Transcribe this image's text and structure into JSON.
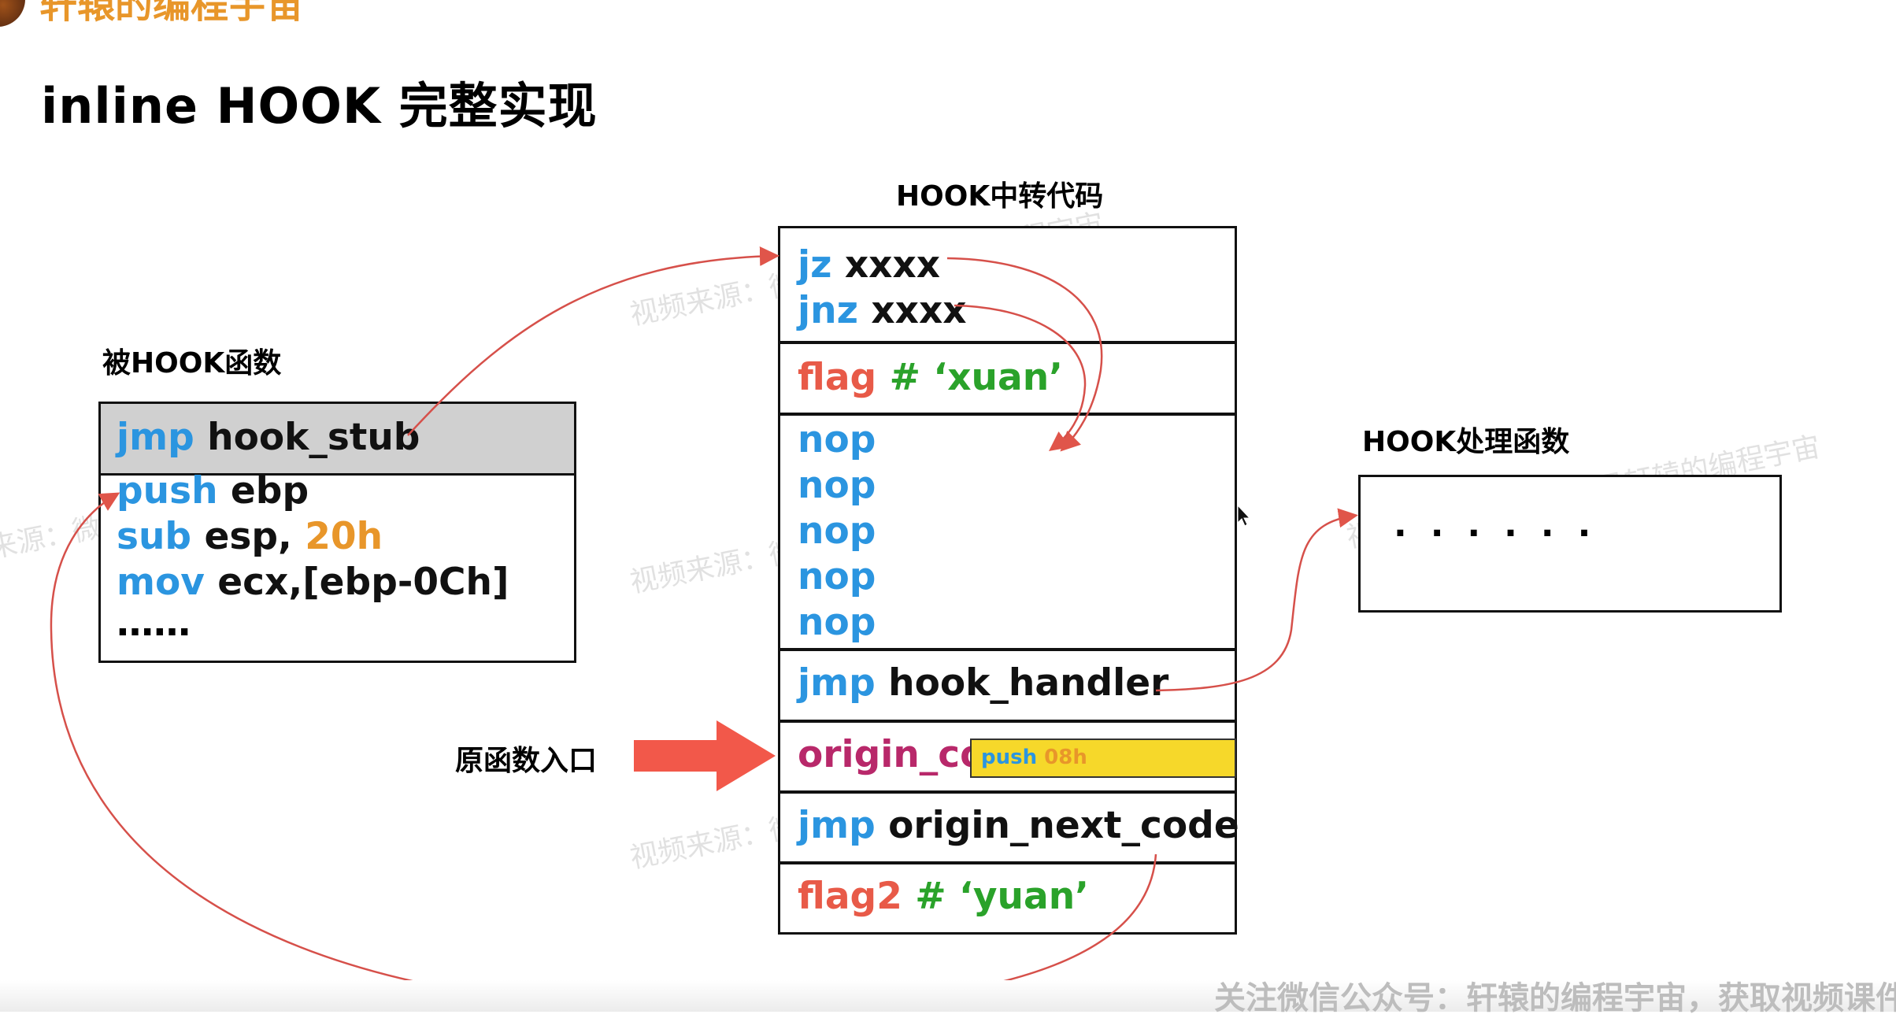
{
  "header": {
    "logo_text": "轩辕的编程宇宙",
    "title": "inline HOOK 完整实现"
  },
  "hooked_function": {
    "label": "被HOOK函数",
    "lines": [
      {
        "kw": "jmp",
        "rest": "hook_stub",
        "highlighted": true
      },
      {
        "kw": "push",
        "rest": "ebp"
      },
      {
        "kw": "sub",
        "rest": "esp,",
        "num": "20h"
      },
      {
        "kw": "mov",
        "rest": "ecx,[ebp-0Ch]"
      },
      {
        "kw": "",
        "rest": "……"
      }
    ]
  },
  "stub": {
    "label": "HOOK中转代码",
    "jz": {
      "kw": "jz",
      "rest": "xxxx"
    },
    "jnz": {
      "kw": "jnz",
      "rest": "xxxx"
    },
    "flag": {
      "name": "flag",
      "hash": "#",
      "value": "‘xuan’"
    },
    "nops": [
      "nop",
      "nop",
      "nop",
      "nop",
      "nop"
    ],
    "jmp_handler": {
      "kw": "jmp",
      "rest": "hook_handler"
    },
    "origin_code": {
      "text": "origin_co",
      "overlay_kw": "push",
      "overlay_num": "08h"
    },
    "jmp_next": {
      "kw": "jmp",
      "rest": "origin_next_code"
    },
    "flag2": {
      "name": "flag2",
      "hash": "#",
      "value": "‘yuan’"
    }
  },
  "entry_label": "原函数入口",
  "handler": {
    "label": "HOOK处理函数",
    "content": "······"
  },
  "watermark": "视频来源：微信公众号轩辕的编程宇宙",
  "footer": "关注微信公众号：轩辕的编程宇宙，获取视频课件",
  "colors": {
    "keyword": "#2b95e0",
    "number": "#e8962a",
    "flag": "#e85a48",
    "string": "#2aa22a",
    "origin": "#b8286a",
    "arrow": "#e0554a",
    "highlight": "#d0d0d0",
    "overlay": "#f6d82a"
  }
}
